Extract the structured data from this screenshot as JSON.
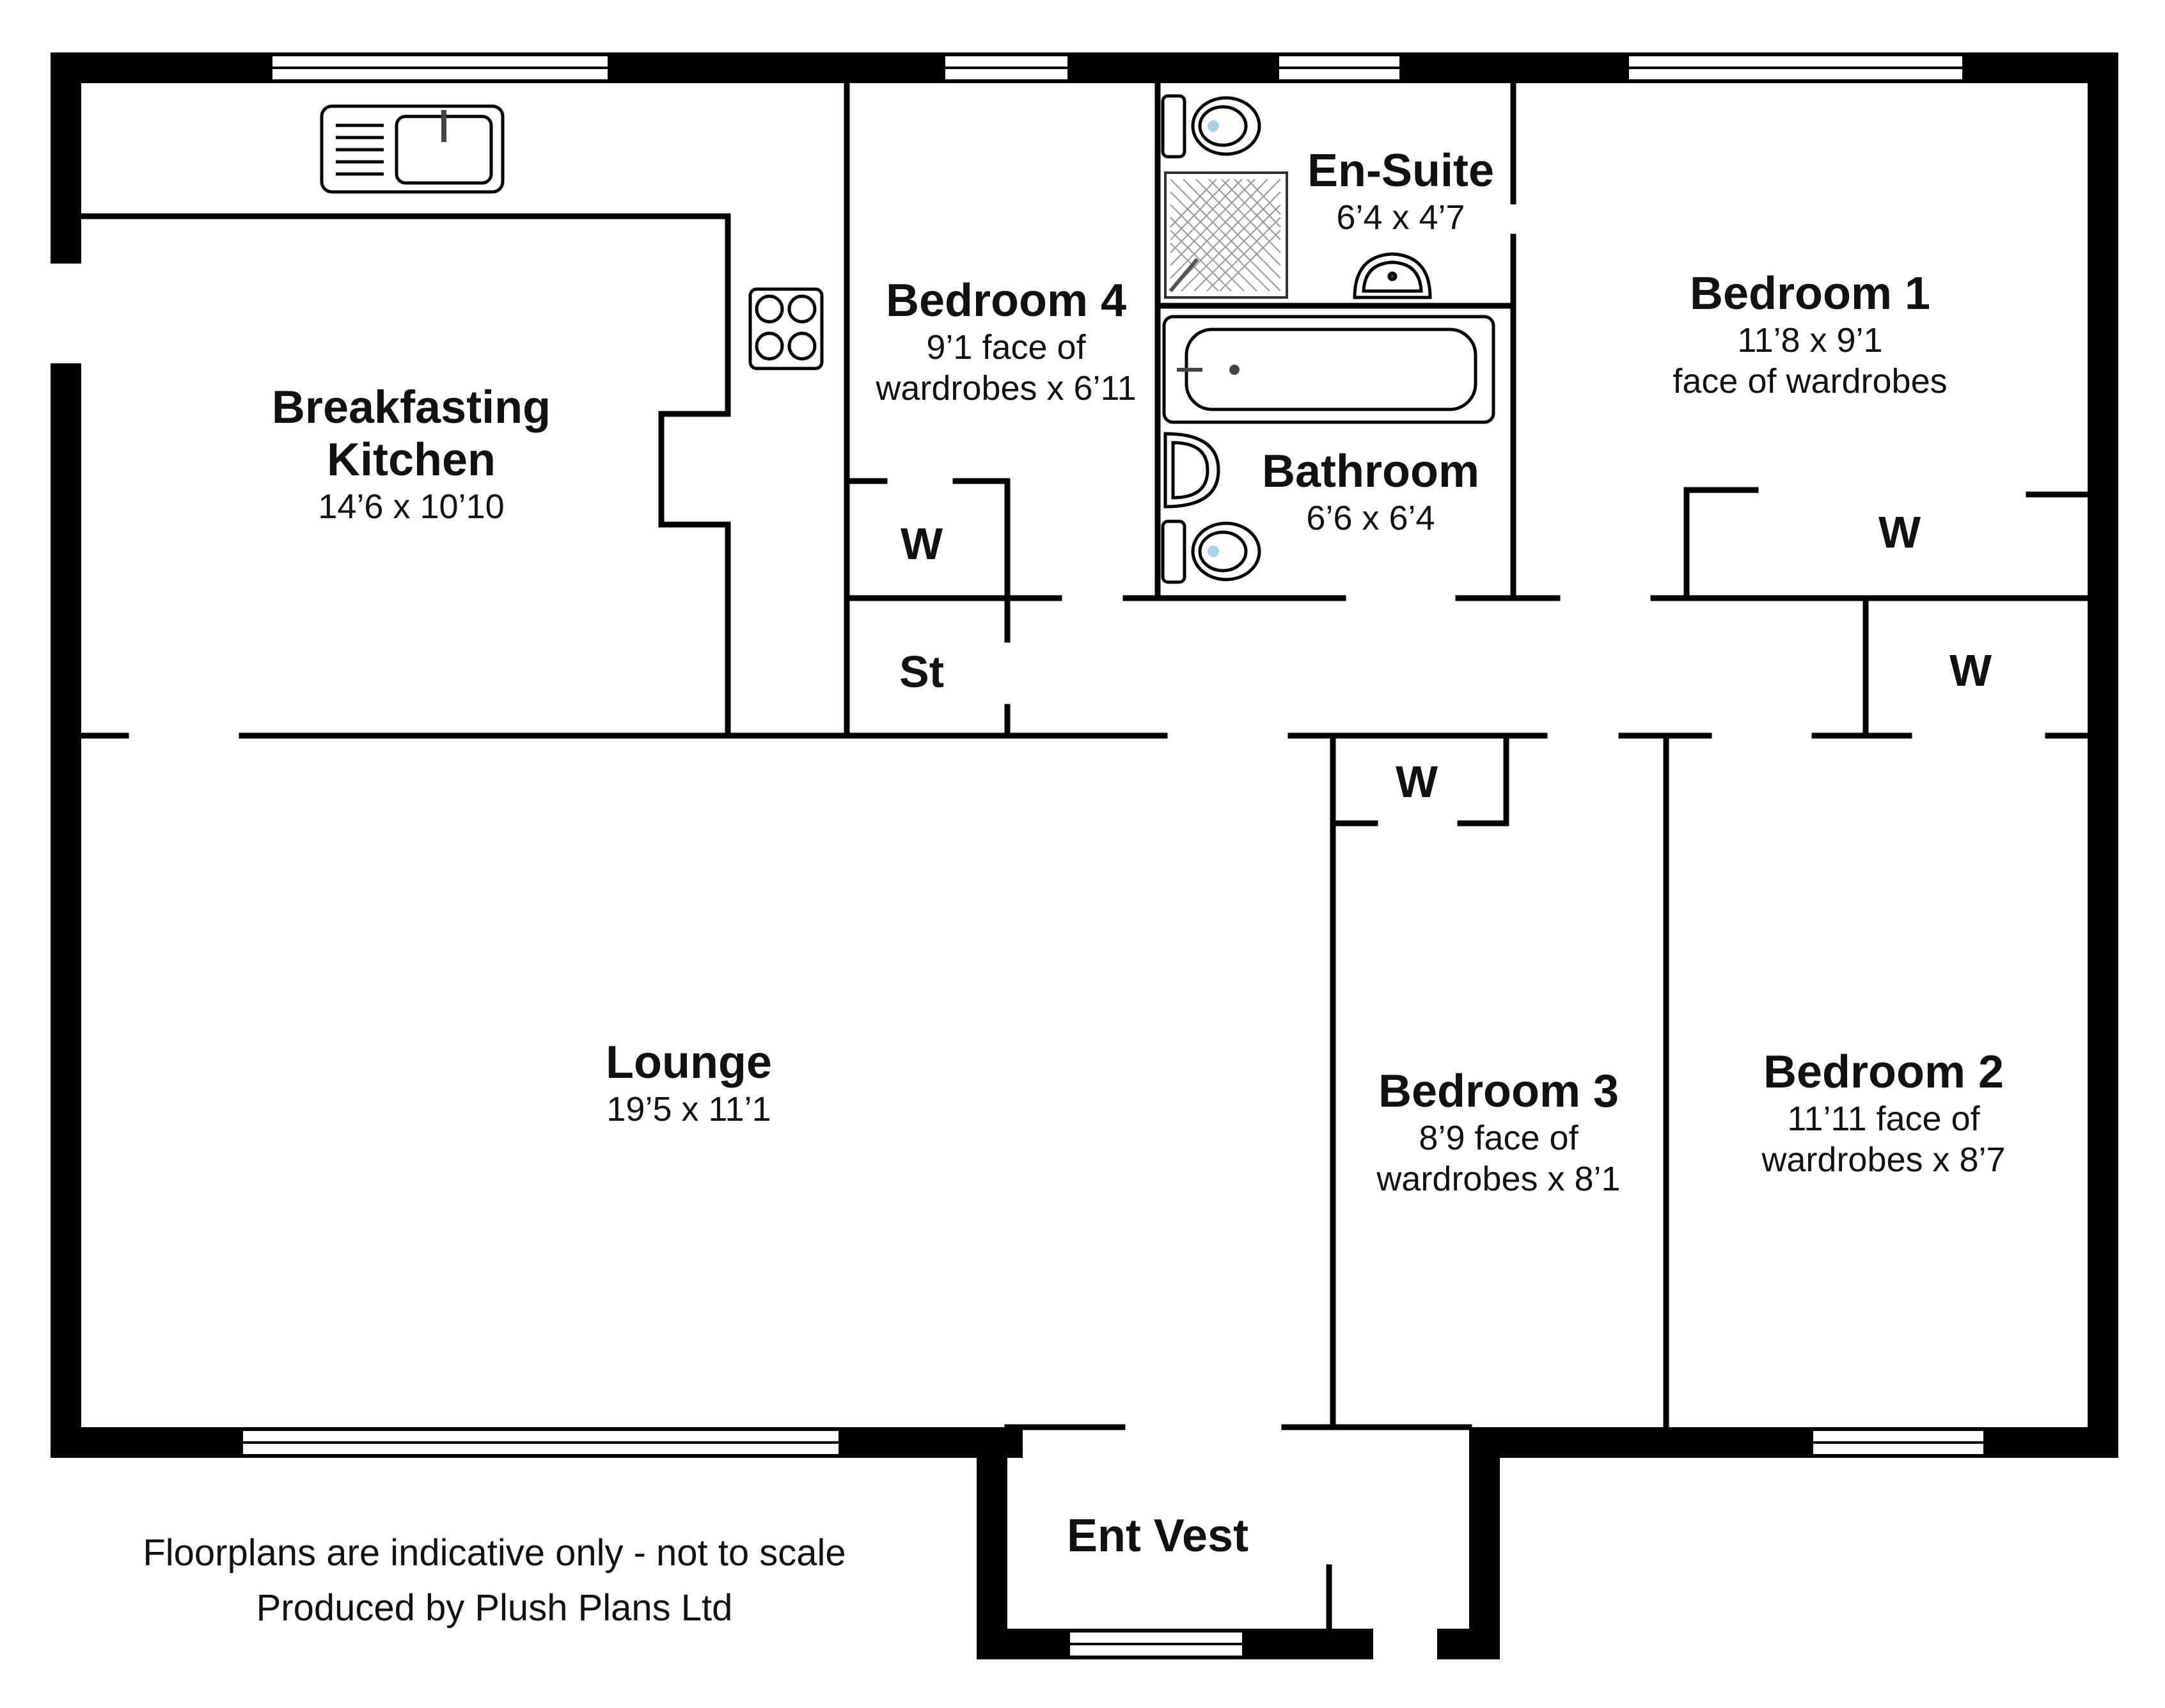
{
  "rooms": {
    "kitchen": {
      "name_line1": "Breakfasting",
      "name_line2": "Kitchen",
      "dims": "14’6 x 10’10"
    },
    "bedroom4": {
      "name": "Bedroom 4",
      "dims_line1": "9’1 face of",
      "dims_line2": "wardrobes  x 6’11"
    },
    "ensuite": {
      "name": "En-Suite",
      "dims": "6’4 x 4’7"
    },
    "bathroom": {
      "name": "Bathroom",
      "dims": "6’6 x 6’4"
    },
    "bedroom1": {
      "name": "Bedroom 1",
      "dims_line1": "11’8 x 9’1",
      "dims_line2": "face of wardrobes"
    },
    "lounge": {
      "name": "Lounge",
      "dims": "19’5 x 11’1"
    },
    "bedroom3": {
      "name": "Bedroom 3",
      "dims_line1": "8’9 face of",
      "dims_line2": "wardrobes x 8’1"
    },
    "bedroom2": {
      "name": "Bedroom 2",
      "dims_line1": "11’11 face of",
      "dims_line2": "wardrobes x 8’7"
    },
    "vestibule": {
      "name": "Ent Vest"
    }
  },
  "storage": {
    "wardrobe_bed4": "W",
    "store": "St",
    "wardrobe_bed1": "W",
    "wardrobe_bed2": "W",
    "wardrobe_bed3": "W"
  },
  "footer": {
    "disclaimer": "Floorplans are indicative only - not to scale",
    "credit": "Produced by Plush Plans Ltd"
  },
  "colors": {
    "wall": "#000000",
    "fixture_accent": "#a8d4ea",
    "fixture_line": "#333333"
  }
}
